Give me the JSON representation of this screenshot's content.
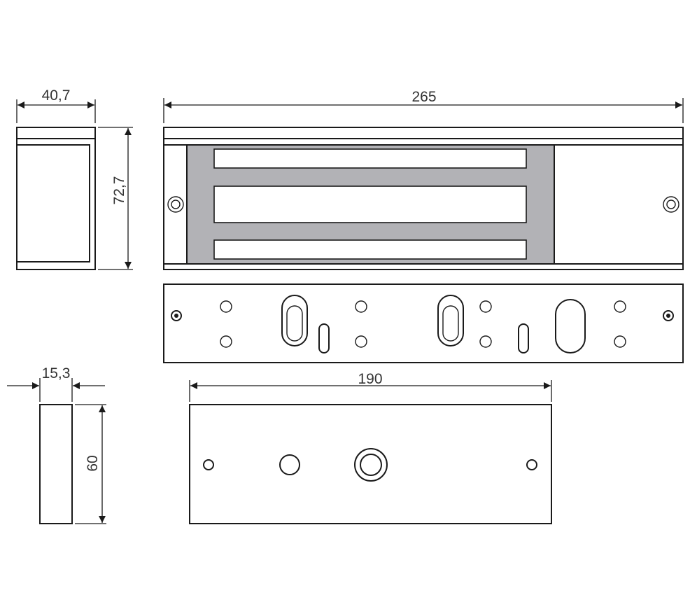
{
  "dimensions": {
    "side_depth": "40,7",
    "total_length": "265",
    "height": "72,7",
    "bracket_depth": "15,3",
    "bracket_length": "190",
    "bracket_height": "60"
  },
  "colors": {
    "line": "#1a1a1a",
    "magnet_core": "#b2b2b6",
    "text": "#333333"
  }
}
